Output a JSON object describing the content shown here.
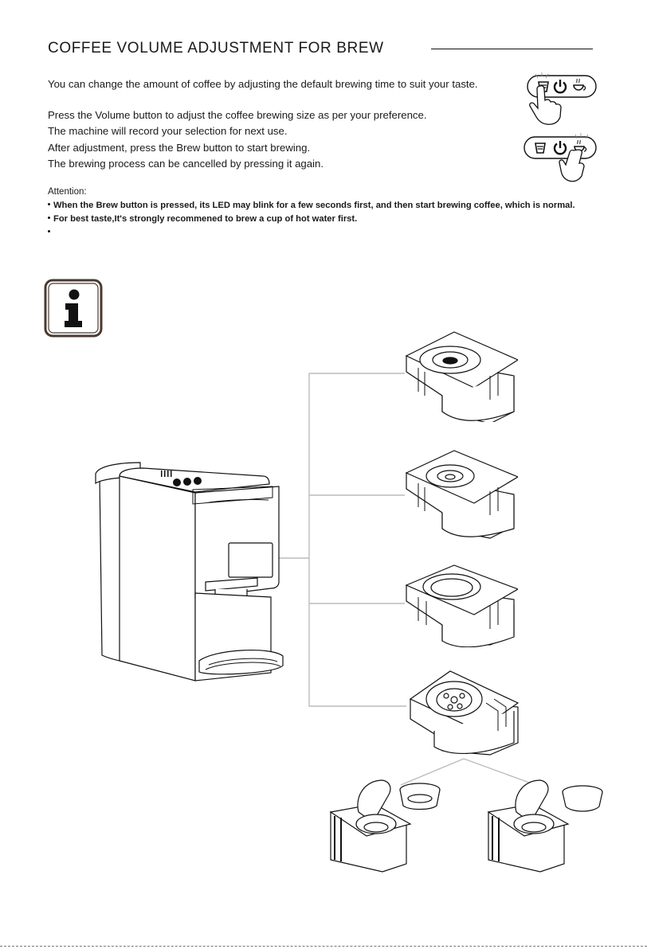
{
  "title": "COFFEE VOLUME ADJUSTMENT FOR BREW",
  "intro": "You can change the amount of coffee by adjusting the default brewing time to suit your taste.",
  "steps": [
    "Press the Volume button to adjust the coffee brewing size as per your preference.",
    "The machine will record your selection for next use.",
    "After adjustment, press the Brew button to start brewing.",
    "The brewing process can be cancelled by pressing it again."
  ],
  "attention": {
    "label": "Attention:",
    "bullets": [
      "When the Brew button is pressed, its LED may blink for a few seconds first, and then start brewing coffee, which is normal.",
      "For best taste,It's strongly recommened to brew a cup of hot water first.",
      ""
    ]
  },
  "icons": {
    "info": "info-icon",
    "volume": "volume-cup-icon",
    "power": "power-icon",
    "brew": "brew-cup-icon",
    "hand": "pointing-hand-icon"
  },
  "colors": {
    "info_border": "#4a3a30",
    "line_art": "#222222",
    "connector": "#bbbbbb"
  }
}
